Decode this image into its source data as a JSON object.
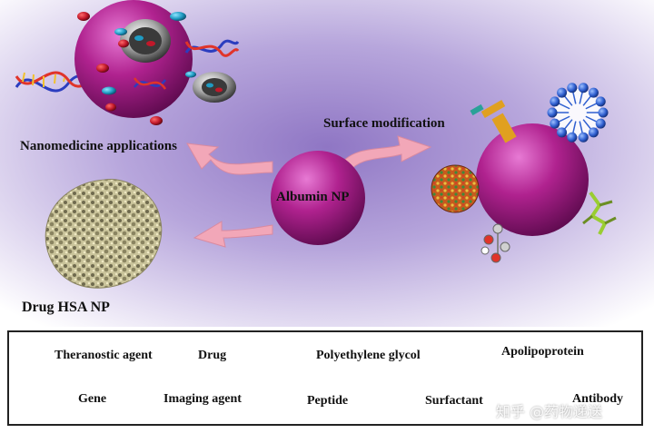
{
  "diagram": {
    "center_label": "Albumin NP",
    "surface_modification_label": "Surface modification",
    "nanomedicine_label": "Nanomedicine applications",
    "drug_hsa_label": "Drug HSA NP"
  },
  "legend": {
    "theranostic_agent": "Theranostic agent",
    "drug": "Drug",
    "polyethylene_glycol": "Polyethylene glycol",
    "apolipoprotein": "Apolipoprotein",
    "gene": "Gene",
    "imaging_agent": "Imaging agent",
    "peptide": "Peptide",
    "surfactant": "Surfactant",
    "antibody": "Antibody"
  },
  "watermark": "知乎 @药物递送",
  "colors": {
    "sphere_magenta": "#b0228f",
    "arrow_pink": "#f2a7b8",
    "drug_red": "#c0182a",
    "imaging_teal": "#1f9bc2",
    "surfactant_blue": "#2f5fd0",
    "background_purple": "#9a86c9"
  }
}
